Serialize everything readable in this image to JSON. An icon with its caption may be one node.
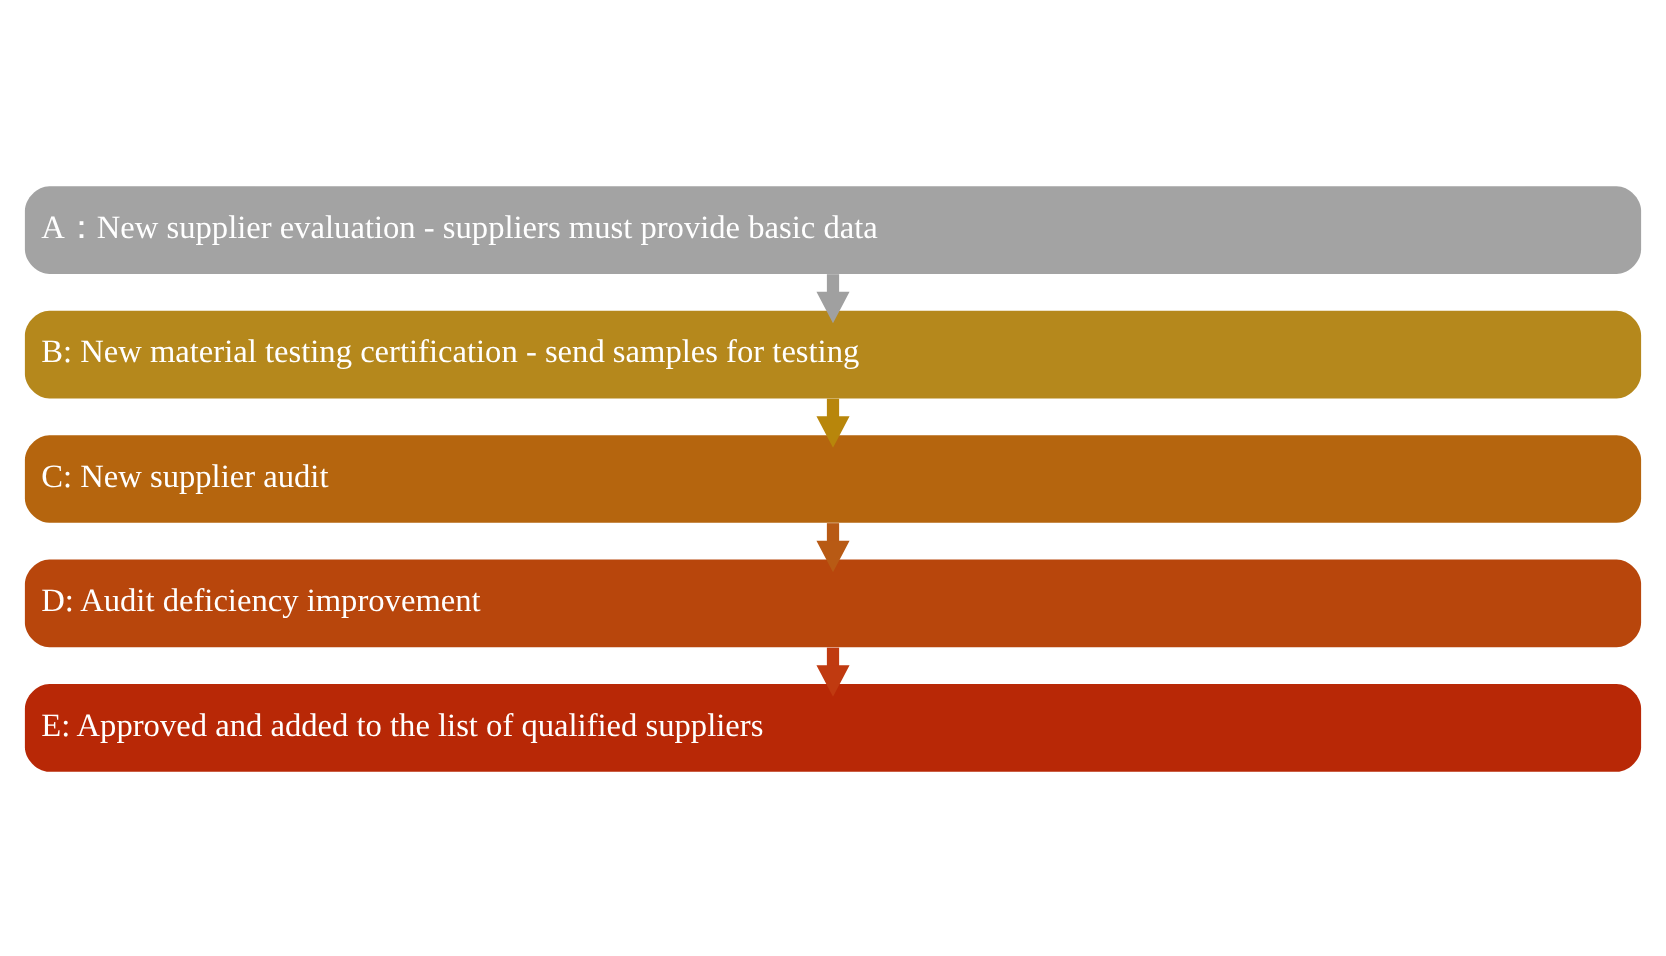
{
  "diagram": {
    "nodes": [
      {
        "text": [
          "A：New supplier evaluation - suppliers must provide basic data"
        ]
      },
      {
        "text": [
          "B: New material testing certification - send samples for testing"
        ]
      },
      {
        "text": [
          "C: New supplier audit"
        ]
      },
      {
        "text": [
          "D: Audit deficiency improvement"
        ]
      },
      {
        "text": [
          "E: Approved and added to the list of qualified suppliers"
        ]
      }
    ],
    "edges": [
      {
        "from": 0,
        "to": 1,
        "arrow": "to",
        "color": "#a0a0a0"
      },
      {
        "from": 1,
        "to": 2,
        "arrow": "to",
        "color": "#b8860b"
      },
      {
        "from": 2,
        "to": 3,
        "arrow": "to",
        "color": "#b85a14"
      },
      {
        "from": 3,
        "to": 4,
        "arrow": "to",
        "color": "#c03a10"
      }
    ]
  }
}
